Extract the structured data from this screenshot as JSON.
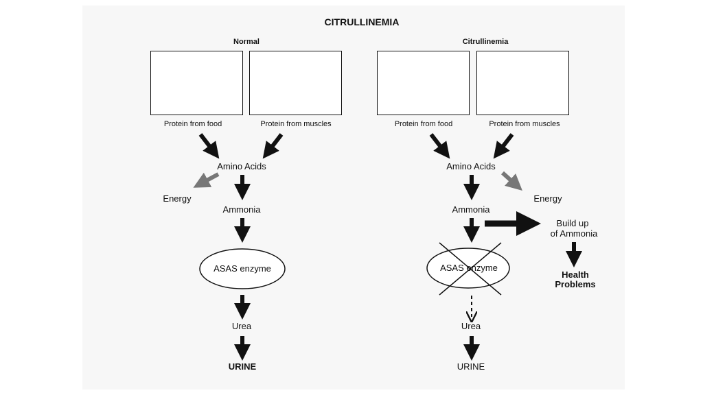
{
  "title": "CITRULLINEMIA",
  "normal": {
    "heading": "Normal",
    "food_label": "Protein from food",
    "muscle_label": "Protein from muscles",
    "amino_acids": "Amino Acids",
    "energy": "Energy",
    "ammonia": "Ammonia",
    "enzyme": "ASAS enzyme",
    "urea": "Urea",
    "urine": "URINE"
  },
  "disease": {
    "heading": "Citrullinemia",
    "food_label": "Protein from food",
    "muscle_label": "Protein from muscles",
    "amino_acids": "Amino Acids",
    "energy": "Energy",
    "ammonia": "Ammonia",
    "buildup_line1": "Build up",
    "buildup_line2": "of Ammonia",
    "health_line1": "Health",
    "health_line2": "Problems",
    "enzyme": "ASAS enzyme",
    "urea": "Urea",
    "urine": "URINE"
  },
  "icons": [
    "fish-icon",
    "cheese-icon",
    "eggs-icon",
    "meat-icon",
    "person-icon"
  ]
}
